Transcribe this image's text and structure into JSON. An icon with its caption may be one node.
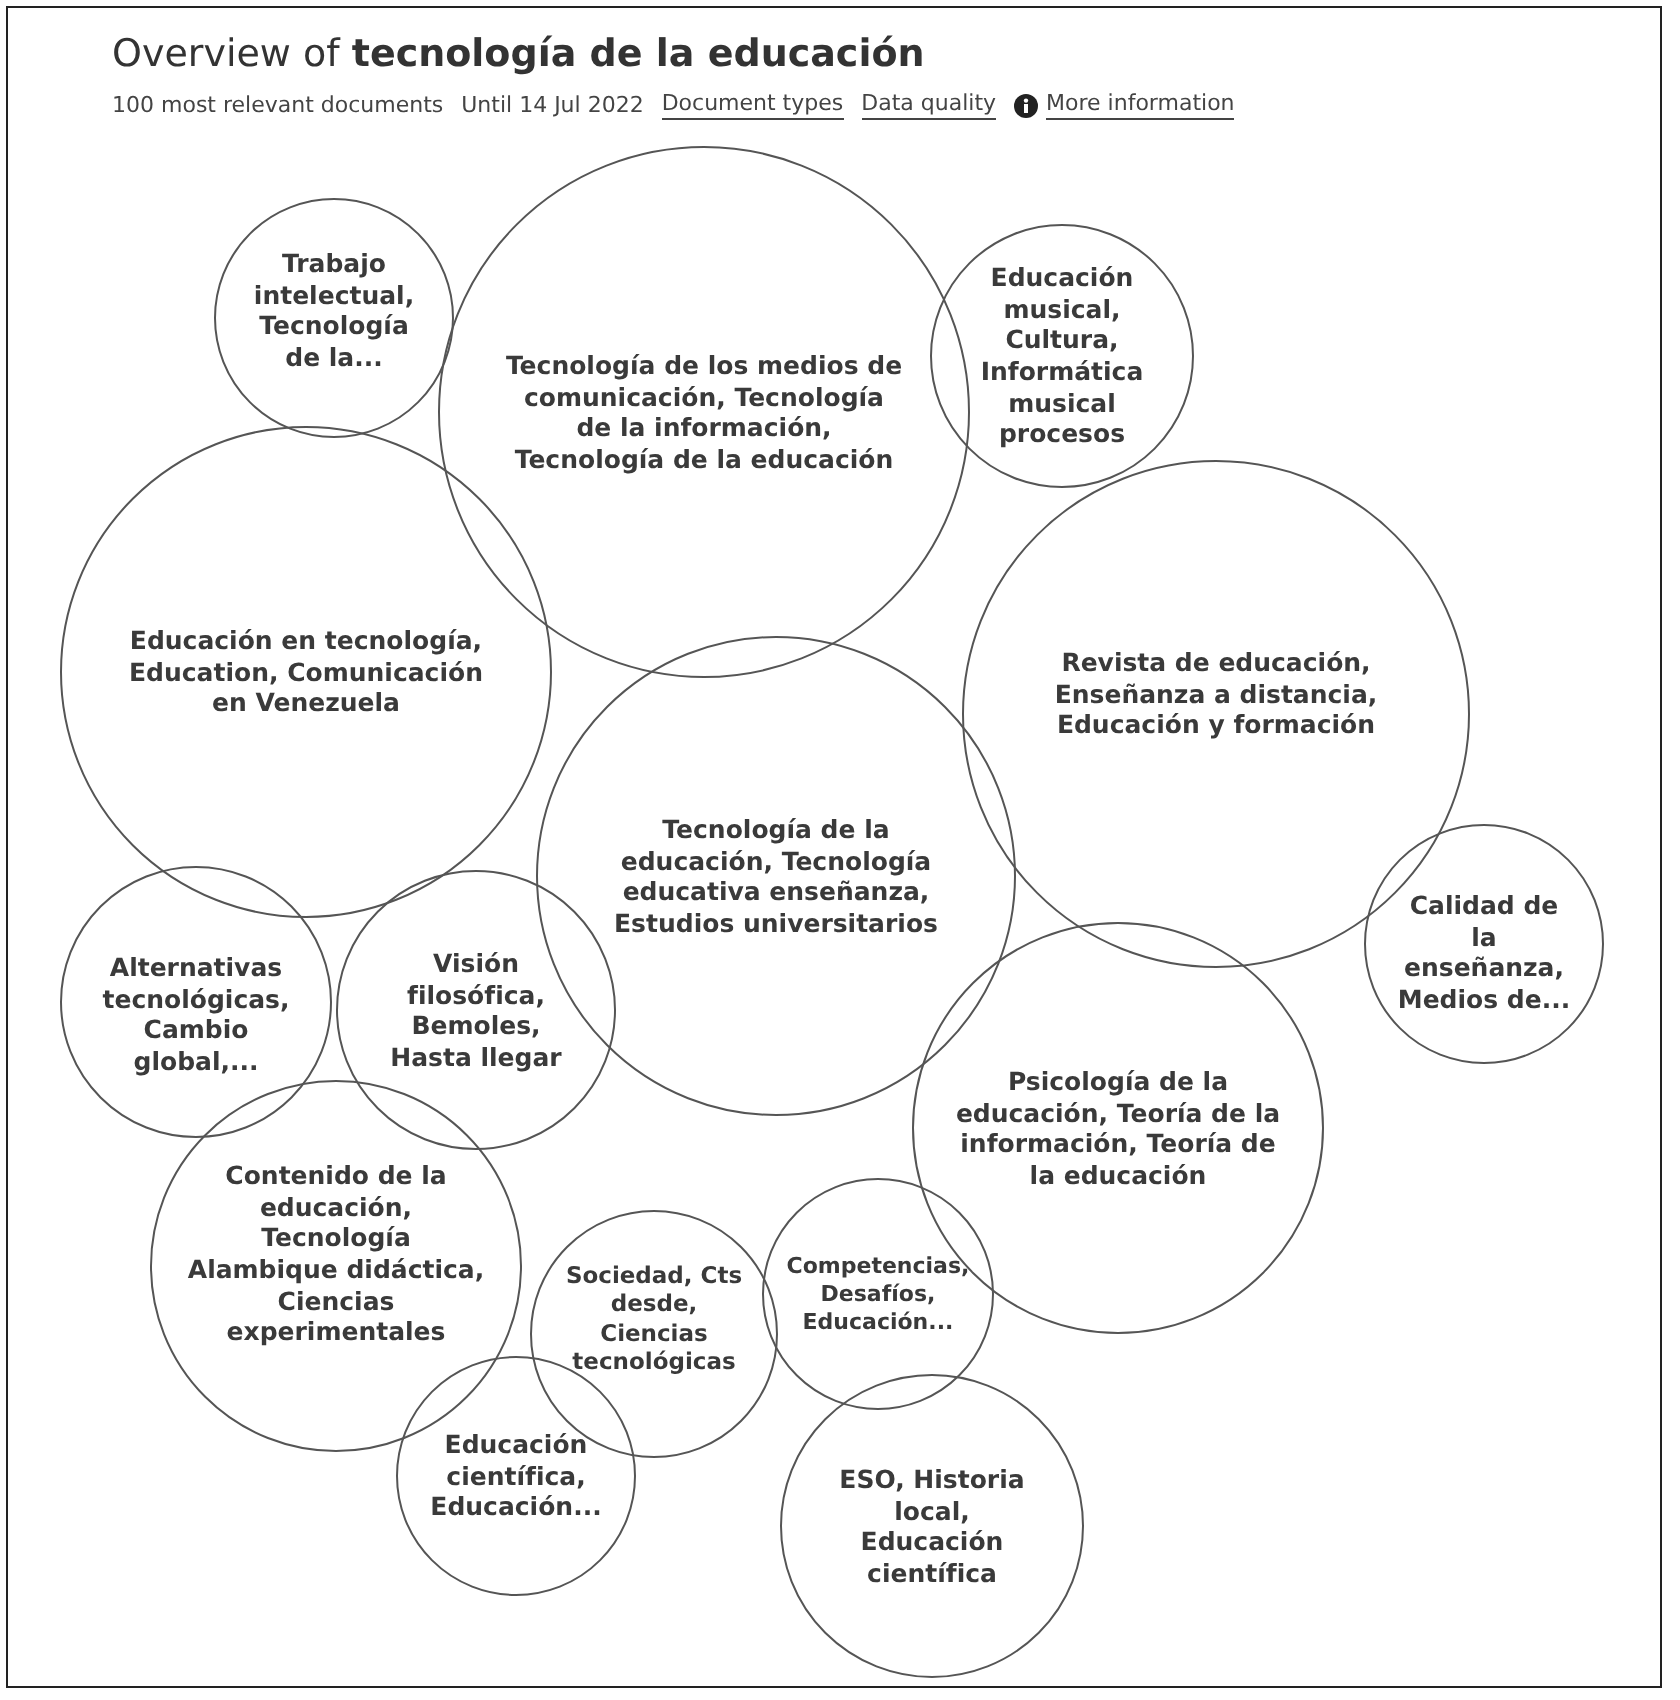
{
  "diagram": {
    "title": "Overview of **tecnología de la educación**",
    "nodes": [
      {
        "text": [
          "Trabajo intelectual, Tecnología de la..."
        ]
      },
      {
        "text": [
          "Tecnología de los medios de comunicación, Tecnología de la información, Tecnología de la educación"
        ]
      },
      {
        "text": [
          "Educación musical, Cultura, Informática musical procesos"
        ]
      },
      {
        "text": [
          "Educación en tecnología, Education, Comunicación en Venezuela"
        ]
      },
      {
        "text": [
          "Revista de educación, Enseñanza a distancia, Educación y formación"
        ]
      },
      {
        "text": [
          "Tecnología de la educación, Tecnología educativa enseñanza, Estudios universitarios"
        ]
      },
      {
        "text": [
          "Calidad de la enseñanza, Medios de..."
        ]
      },
      {
        "text": [
          "Alternativas tecnológicas, Cambio global,..."
        ]
      },
      {
        "text": [
          "Visión filosófica, Bemoles, Hasta llegar"
        ]
      },
      {
        "text": [
          "Psicología de la educación, Teoría de la información, Teoría de la educación"
        ]
      },
      {
        "text": [
          "Contenido de la educación, Tecnología Alambique didáctica, Ciencias experimentales"
        ]
      },
      {
        "text": [
          "Sociedad, Cts desde, Ciencias tecnológicas"
        ]
      },
      {
        "text": [
          "Competencias, Desafíos, Educación..."
        ]
      },
      {
        "text": [
          "Educación científica, Educación..."
        ]
      },
      {
        "text": [
          "ESO, Historia local, Educación científica"
        ]
      }
    ],
    "labels": [
      "100 most relevant documents",
      "Until 14 Jul 2022",
      "Document types",
      "Data quality",
      "More information"
    ]
  }
}
